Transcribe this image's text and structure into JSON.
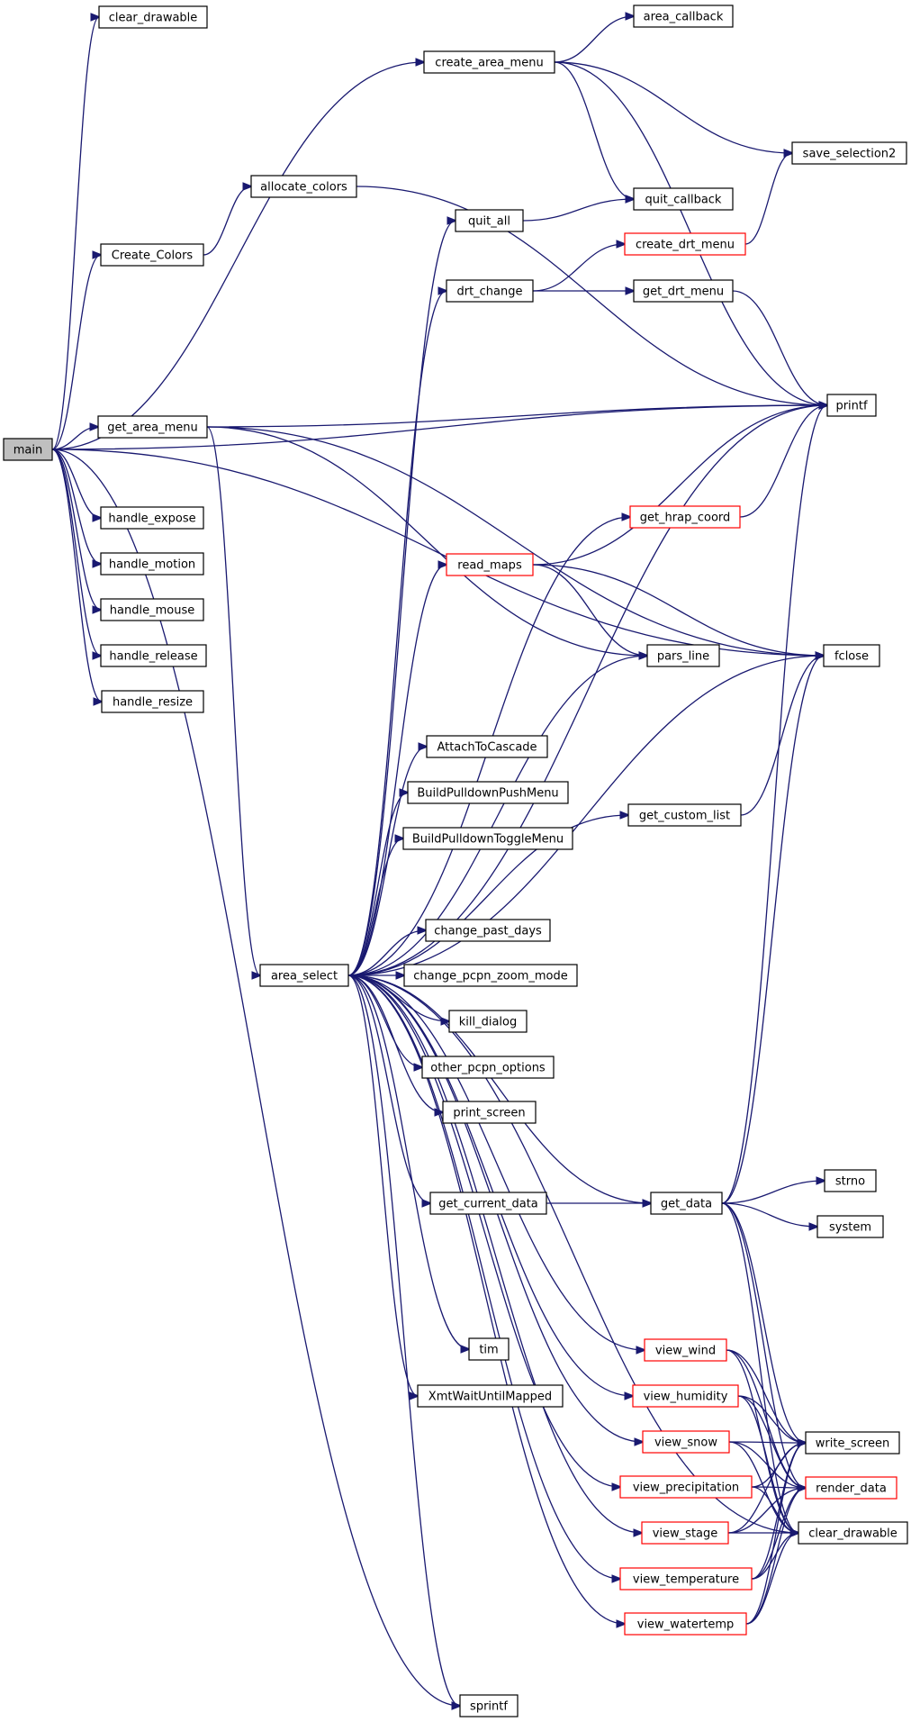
{
  "nodes": {
    "main": {
      "label": "main",
      "style": "gray"
    },
    "clear_drawable_top": {
      "label": "clear_drawable",
      "style": "black"
    },
    "create_area_menu": {
      "label": "create_area_menu",
      "style": "black"
    },
    "area_callback": {
      "label": "area_callback",
      "style": "black"
    },
    "save_selection2": {
      "label": "save_selection2",
      "style": "black"
    },
    "allocate_colors": {
      "label": "allocate_colors",
      "style": "black"
    },
    "quit_callback": {
      "label": "quit_callback",
      "style": "black"
    },
    "quit_all": {
      "label": "quit_all",
      "style": "black"
    },
    "Create_Colors": {
      "label": "Create_Colors",
      "style": "black"
    },
    "create_drt_menu": {
      "label": "create_drt_menu",
      "style": "red"
    },
    "drt_change": {
      "label": "drt_change",
      "style": "black"
    },
    "get_drt_menu": {
      "label": "get_drt_menu",
      "style": "black"
    },
    "printf": {
      "label": "printf",
      "style": "black"
    },
    "get_area_menu": {
      "label": "get_area_menu",
      "style": "black"
    },
    "handle_expose": {
      "label": "handle_expose",
      "style": "black"
    },
    "get_hrap_coord": {
      "label": "get_hrap_coord",
      "style": "red"
    },
    "handle_motion": {
      "label": "handle_motion",
      "style": "black"
    },
    "read_maps": {
      "label": "read_maps",
      "style": "red"
    },
    "handle_mouse": {
      "label": "handle_mouse",
      "style": "black"
    },
    "handle_release": {
      "label": "handle_release",
      "style": "black"
    },
    "pars_line": {
      "label": "pars_line",
      "style": "black"
    },
    "fclose": {
      "label": "fclose",
      "style": "black"
    },
    "handle_resize": {
      "label": "handle_resize",
      "style": "black"
    },
    "AttachToCascade": {
      "label": "AttachToCascade",
      "style": "black"
    },
    "BuildPulldownPushMenu": {
      "label": "BuildPulldownPushMenu",
      "style": "black"
    },
    "get_custom_list": {
      "label": "get_custom_list",
      "style": "black"
    },
    "BuildPulldownToggleMenu": {
      "label": "BuildPulldownToggleMenu",
      "style": "black"
    },
    "change_past_days": {
      "label": "change_past_days",
      "style": "black"
    },
    "area_select": {
      "label": "area_select",
      "style": "black"
    },
    "change_pcpn_zoom_mode": {
      "label": "change_pcpn_zoom_mode",
      "style": "black"
    },
    "kill_dialog": {
      "label": "kill_dialog",
      "style": "black"
    },
    "other_pcpn_options": {
      "label": "other_pcpn_options",
      "style": "black"
    },
    "print_screen": {
      "label": "print_screen",
      "style": "black"
    },
    "strno": {
      "label": "strno",
      "style": "black"
    },
    "get_current_data": {
      "label": "get_current_data",
      "style": "black"
    },
    "get_data": {
      "label": "get_data",
      "style": "black"
    },
    "system": {
      "label": "system",
      "style": "black"
    },
    "tim": {
      "label": "tim",
      "style": "black"
    },
    "view_wind": {
      "label": "view_wind",
      "style": "red"
    },
    "view_humidity": {
      "label": "view_humidity",
      "style": "red"
    },
    "XmtWaitUntilMapped": {
      "label": "XmtWaitUntilMapped",
      "style": "black"
    },
    "view_snow": {
      "label": "view_snow",
      "style": "red"
    },
    "write_screen": {
      "label": "write_screen",
      "style": "black"
    },
    "view_precipitation": {
      "label": "view_precipitation",
      "style": "red"
    },
    "render_data": {
      "label": "render_data",
      "style": "red"
    },
    "view_stage": {
      "label": "view_stage",
      "style": "red"
    },
    "clear_drawable_bottom": {
      "label": "clear_drawable",
      "style": "black"
    },
    "view_temperature": {
      "label": "view_temperature",
      "style": "red"
    },
    "view_watertemp": {
      "label": "view_watertemp",
      "style": "red"
    },
    "sprintf": {
      "label": "sprintf",
      "style": "black"
    }
  },
  "edges": [
    [
      "main",
      "clear_drawable_top"
    ],
    [
      "main",
      "create_area_menu"
    ],
    [
      "main",
      "Create_Colors"
    ],
    [
      "main",
      "printf"
    ],
    [
      "main",
      "get_area_menu"
    ],
    [
      "main",
      "handle_expose"
    ],
    [
      "main",
      "handle_motion"
    ],
    [
      "main",
      "handle_mouse"
    ],
    [
      "main",
      "handle_release"
    ],
    [
      "main",
      "handle_resize"
    ],
    [
      "main",
      "fclose"
    ],
    [
      "main",
      "sprintf"
    ],
    [
      "create_area_menu",
      "area_callback"
    ],
    [
      "create_area_menu",
      "save_selection2"
    ],
    [
      "create_area_menu",
      "quit_callback"
    ],
    [
      "create_area_menu",
      "printf"
    ],
    [
      "Create_Colors",
      "allocate_colors"
    ],
    [
      "allocate_colors",
      "printf"
    ],
    [
      "quit_all",
      "quit_callback"
    ],
    [
      "drt_change",
      "create_drt_menu"
    ],
    [
      "drt_change",
      "get_drt_menu"
    ],
    [
      "create_drt_menu",
      "save_selection2"
    ],
    [
      "get_drt_menu",
      "printf"
    ],
    [
      "get_area_menu",
      "printf"
    ],
    [
      "get_area_menu",
      "fclose"
    ],
    [
      "get_area_menu",
      "pars_line"
    ],
    [
      "get_area_menu",
      "area_select"
    ],
    [
      "get_hrap_coord",
      "printf"
    ],
    [
      "read_maps",
      "printf"
    ],
    [
      "read_maps",
      "pars_line"
    ],
    [
      "read_maps",
      "fclose"
    ],
    [
      "get_custom_list",
      "fclose"
    ],
    [
      "area_select",
      "quit_all"
    ],
    [
      "area_select",
      "drt_change"
    ],
    [
      "area_select",
      "printf"
    ],
    [
      "area_select",
      "get_hrap_coord"
    ],
    [
      "area_select",
      "read_maps"
    ],
    [
      "area_select",
      "pars_line"
    ],
    [
      "area_select",
      "fclose"
    ],
    [
      "area_select",
      "AttachToCascade"
    ],
    [
      "area_select",
      "BuildPulldownPushMenu"
    ],
    [
      "area_select",
      "BuildPulldownToggleMenu"
    ],
    [
      "area_select",
      "get_custom_list"
    ],
    [
      "area_select",
      "change_past_days"
    ],
    [
      "area_select",
      "change_pcpn_zoom_mode"
    ],
    [
      "area_select",
      "kill_dialog"
    ],
    [
      "area_select",
      "other_pcpn_options"
    ],
    [
      "area_select",
      "print_screen"
    ],
    [
      "area_select",
      "get_data"
    ],
    [
      "area_select",
      "get_current_data"
    ],
    [
      "area_select",
      "tim"
    ],
    [
      "area_select",
      "view_wind"
    ],
    [
      "area_select",
      "view_humidity"
    ],
    [
      "area_select",
      "XmtWaitUntilMapped"
    ],
    [
      "area_select",
      "view_snow"
    ],
    [
      "area_select",
      "view_precipitation"
    ],
    [
      "area_select",
      "view_stage"
    ],
    [
      "area_select",
      "view_temperature"
    ],
    [
      "area_select",
      "view_watertemp"
    ],
    [
      "area_select",
      "clear_drawable_bottom"
    ],
    [
      "area_select",
      "sprintf"
    ],
    [
      "get_current_data",
      "get_data"
    ],
    [
      "get_data",
      "printf"
    ],
    [
      "get_data",
      "fclose"
    ],
    [
      "get_data",
      "strno"
    ],
    [
      "get_data",
      "system"
    ],
    [
      "get_data",
      "write_screen"
    ],
    [
      "get_data",
      "render_data"
    ],
    [
      "get_data",
      "clear_drawable_bottom"
    ],
    [
      "view_wind",
      "write_screen"
    ],
    [
      "view_wind",
      "render_data"
    ],
    [
      "view_wind",
      "clear_drawable_bottom"
    ],
    [
      "view_humidity",
      "write_screen"
    ],
    [
      "view_humidity",
      "render_data"
    ],
    [
      "view_humidity",
      "clear_drawable_bottom"
    ],
    [
      "view_snow",
      "write_screen"
    ],
    [
      "view_snow",
      "render_data"
    ],
    [
      "view_snow",
      "clear_drawable_bottom"
    ],
    [
      "view_precipitation",
      "write_screen"
    ],
    [
      "view_precipitation",
      "render_data"
    ],
    [
      "view_precipitation",
      "clear_drawable_bottom"
    ],
    [
      "view_stage",
      "write_screen"
    ],
    [
      "view_stage",
      "render_data"
    ],
    [
      "view_stage",
      "clear_drawable_bottom"
    ],
    [
      "view_temperature",
      "write_screen"
    ],
    [
      "view_temperature",
      "render_data"
    ],
    [
      "view_temperature",
      "clear_drawable_bottom"
    ],
    [
      "view_watertemp",
      "write_screen"
    ],
    [
      "view_watertemp",
      "render_data"
    ],
    [
      "view_watertemp",
      "clear_drawable_bottom"
    ]
  ],
  "colors": {
    "edge": "#191970",
    "node_border": "#000000",
    "node_border_red": "#ff0000",
    "root_fill": "#bfbfbf",
    "background": "#ffffff"
  }
}
